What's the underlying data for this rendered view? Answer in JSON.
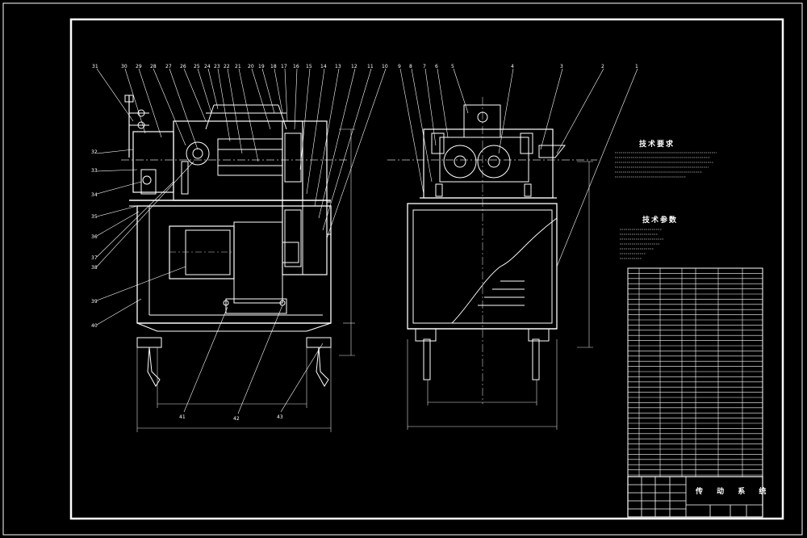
{
  "colors": {
    "background": "#000000",
    "line": "#ffffff",
    "centerline": "#d8d8d8",
    "dimension": "#e0e0e0"
  },
  "notes": {
    "technical_requirements_title": "技术要求",
    "technical_parameters_title": "技术参数"
  },
  "balloons_front": [
    "31",
    "30",
    "29",
    "28",
    "27",
    "26",
    "25",
    "24",
    "23",
    "22",
    "21",
    "20",
    "19",
    "18",
    "17",
    "16",
    "15",
    "14",
    "13",
    "12",
    "11",
    "10"
  ],
  "balloons_left": [
    "32",
    "33",
    "34",
    "35",
    "36",
    "37",
    "38",
    "39",
    "40"
  ],
  "balloons_bottom": [
    "41",
    "42",
    "43"
  ],
  "balloons_side": [
    "9",
    "8",
    "7",
    "6",
    "5",
    "4",
    "3",
    "2",
    "1"
  ],
  "title_block": {
    "drawing_name": "传 动 系 统"
  }
}
